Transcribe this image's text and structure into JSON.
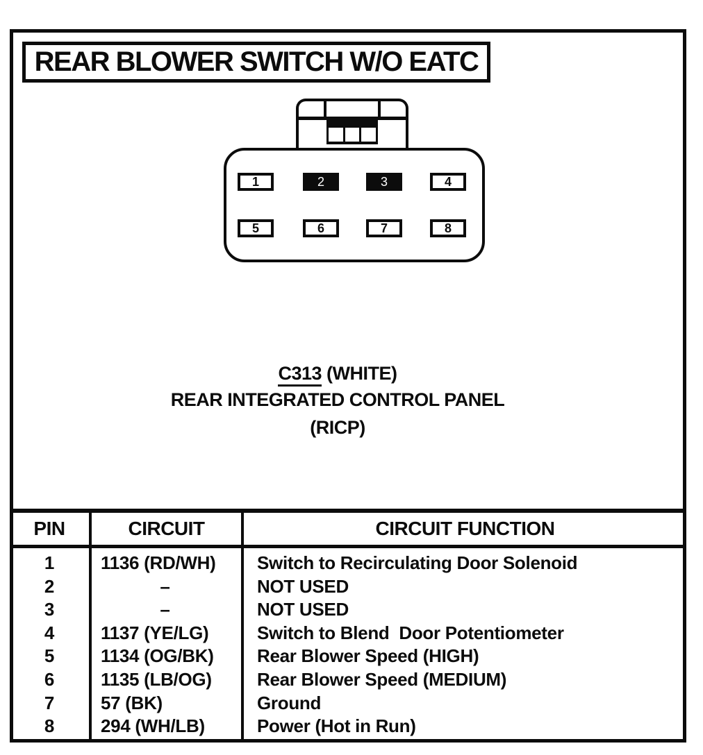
{
  "page": {
    "title": "REAR BLOWER SWITCH W/O EATC"
  },
  "connector": {
    "pins": [
      {
        "label": "1",
        "filled": false
      },
      {
        "label": "2",
        "filled": true
      },
      {
        "label": "3",
        "filled": true
      },
      {
        "label": "4",
        "filled": false
      },
      {
        "label": "5",
        "filled": false
      },
      {
        "label": "6",
        "filled": false
      },
      {
        "label": "7",
        "filled": false
      },
      {
        "label": "8",
        "filled": false
      }
    ],
    "label": {
      "id": "C313",
      "color": "(WHITE)",
      "name": "REAR INTEGRATED CONTROL PANEL",
      "abbr": "(RICP)"
    }
  },
  "table": {
    "headers": [
      "PIN",
      "CIRCUIT",
      "CIRCUIT FUNCTION"
    ],
    "rows": [
      {
        "pin": "1",
        "circuit": "1136 (RD/WH)",
        "function": "Switch to Recirculating Door Solenoid"
      },
      {
        "pin": "2",
        "circuit": "–",
        "function": "NOT USED"
      },
      {
        "pin": "3",
        "circuit": "–",
        "function": "NOT USED"
      },
      {
        "pin": "4",
        "circuit": "1137 (YE/LG)",
        "function": "Switch to Blend  Door Potentiometer"
      },
      {
        "pin": "5",
        "circuit": "1134 (OG/BK)",
        "function": "Rear Blower Speed (HIGH)"
      },
      {
        "pin": "6",
        "circuit": "1135 (LB/OG)",
        "function": "Rear Blower Speed (MEDIUM)"
      },
      {
        "pin": "7",
        "circuit": "57 (BK)",
        "function": "Ground"
      },
      {
        "pin": "8",
        "circuit": "294 (WH/LB)",
        "function": "Power (Hot in Run)"
      }
    ]
  },
  "colors": {
    "ink": "#0c0c0c",
    "paper": "#ffffff"
  }
}
